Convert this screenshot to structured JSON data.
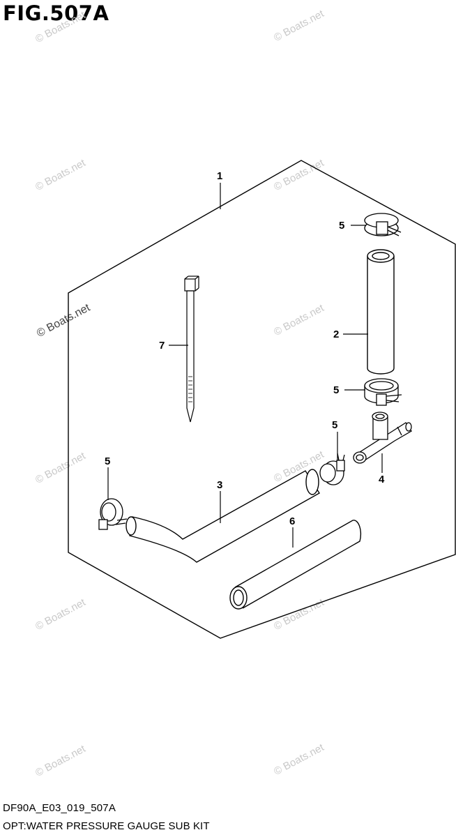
{
  "figure": {
    "title": "FIG.507A",
    "code": "DF90A_E03_019_507A",
    "caption": "OPT:WATER PRESSURE GAUGE SUB KIT"
  },
  "watermark": "© Boats.net",
  "callouts": {
    "kit": "1",
    "hose_straight": "2",
    "hose_bent": "3",
    "tee_joint": "4",
    "clamp": "5",
    "hose_long": "6",
    "cable_tie": "7"
  }
}
